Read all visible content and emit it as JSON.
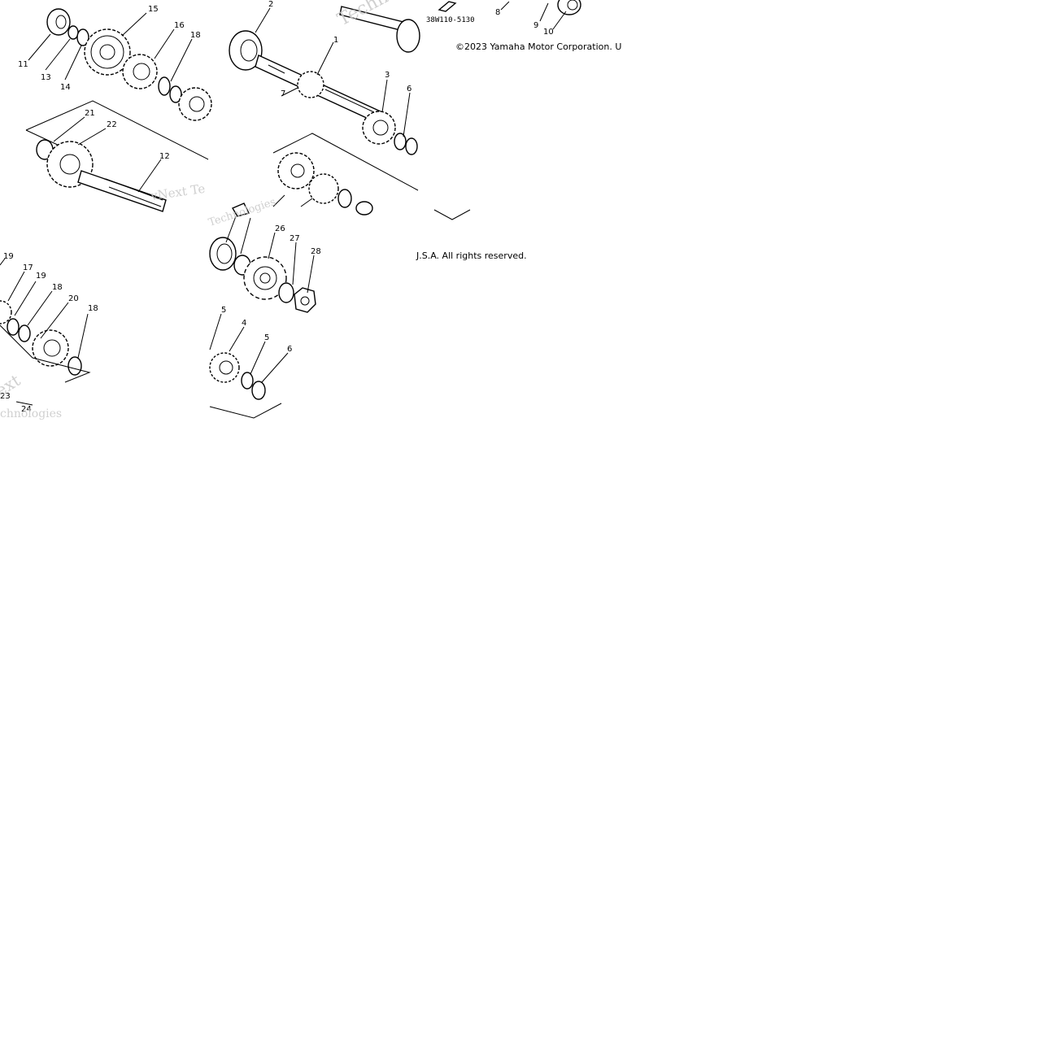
{
  "diagram": {
    "part_code": "38W110-5130",
    "copyright_line1": "©2023 Yamaha Motor Corporation. U",
    "copyright_line2": "J.S.A. All rights reserved.",
    "watermark_text_1": "vNext Te",
    "watermark_text_2": "Technologies",
    "watermark_text_3": "ext",
    "watermark_text_4": "chnologies",
    "watermark_text_5": "Techn",
    "callouts": {
      "c1": "1",
      "c2": "2",
      "c3": "3",
      "c4": "4",
      "c5a": "5",
      "c5b": "5",
      "c6a": "6",
      "c6b": "6",
      "c7": "7",
      "c8": "8",
      "c9": "9",
      "c10": "10",
      "c11": "11",
      "c12": "12",
      "c13": "13",
      "c14": "14",
      "c15": "15",
      "c16": "16",
      "c17": "17",
      "c18a": "18",
      "c18b": "18",
      "c18c": "18",
      "c19a": "19",
      "c19b": "19",
      "c20": "20",
      "c21": "21",
      "c22": "22",
      "c23": "23",
      "c24": "24",
      "c26": "26",
      "c27": "27",
      "c28": "28"
    }
  }
}
